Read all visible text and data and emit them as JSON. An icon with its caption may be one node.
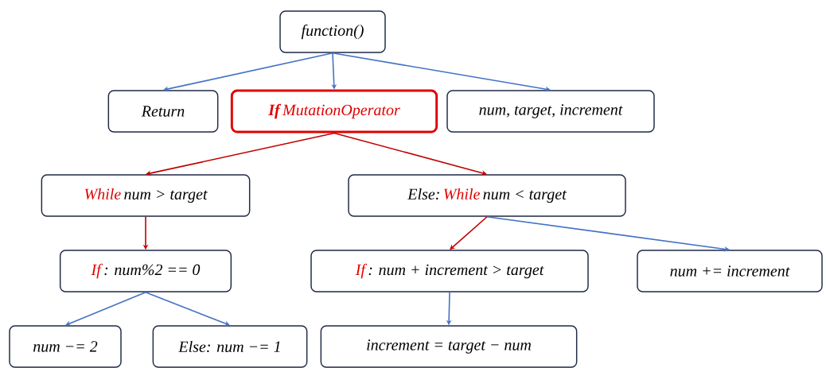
{
  "diagram": {
    "nodes": [
      {
        "text": [
          "function()"
        ]
      },
      {
        "text": [
          "Return"
        ]
      },
      {
        "text": [
          "If",
          "MutationOperator"
        ]
      },
      {
        "text": [
          "num, target, increment"
        ]
      },
      {
        "text": [
          "While",
          "num > target"
        ]
      },
      {
        "text": [
          "Else:",
          "While",
          "num < target"
        ]
      },
      {
        "text": [
          "If",
          ": num%2 == 0"
        ]
      },
      {
        "text": [
          "If",
          ": num + increment > target"
        ]
      },
      {
        "text": [
          "num += increment"
        ]
      },
      {
        "text": [
          "num −= 2"
        ]
      },
      {
        "text": [
          "Else: num −= 1"
        ]
      },
      {
        "text": [
          "increment = target − num"
        ]
      }
    ],
    "edges": [
      {
        "from": 0,
        "to": 1,
        "arrow": "to"
      },
      {
        "from": 0,
        "to": 2,
        "arrow": "to"
      },
      {
        "from": 0,
        "to": 3,
        "arrow": "to"
      },
      {
        "from": 2,
        "to": 4,
        "arrow": "to",
        "color": "#c00000"
      },
      {
        "from": 2,
        "to": 5,
        "arrow": "to",
        "color": "#c00000"
      },
      {
        "from": 4,
        "to": 6,
        "arrow": "to",
        "color": "#c00000"
      },
      {
        "from": 5,
        "to": 7,
        "arrow": "to",
        "color": "#c00000"
      },
      {
        "from": 5,
        "to": 8,
        "arrow": "to"
      },
      {
        "from": 6,
        "to": 9,
        "arrow": "to"
      },
      {
        "from": 6,
        "to": 10,
        "arrow": "to"
      },
      {
        "from": 7,
        "to": 11,
        "arrow": "to"
      }
    ]
  }
}
